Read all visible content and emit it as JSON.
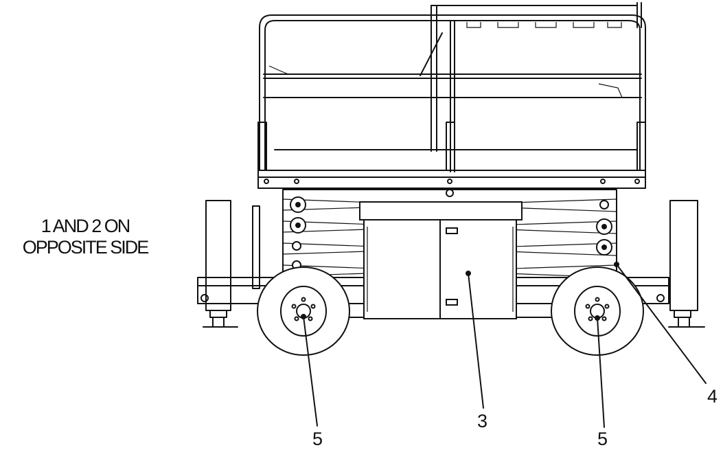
{
  "note": {
    "line1": "1 AND 2 ON",
    "line2": "OPPOSITE SIDE"
  },
  "callouts": [
    {
      "label": "5"
    },
    {
      "label": "3"
    },
    {
      "label": "5"
    },
    {
      "label": "4"
    }
  ]
}
